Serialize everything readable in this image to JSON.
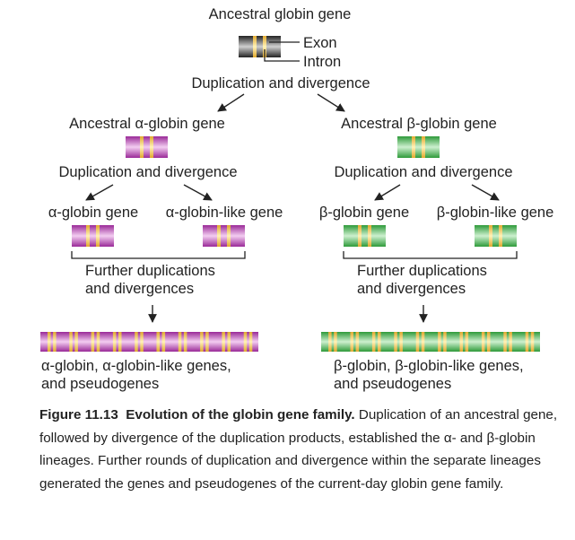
{
  "ancestral_gene": "Ancestral globin gene",
  "exon_label": "Exon",
  "intron_label": "Intron",
  "duplication_label": "Duplication and divergence",
  "alpha": {
    "ancestral": "Ancestral α-globin gene",
    "duplication_label": "Duplication and divergence",
    "gene1": "α-globin gene",
    "gene2": "α-globin-like gene",
    "further": [
      "Further duplications",
      "and divergences"
    ],
    "result": [
      "α-globin, α-globin-like genes,",
      "and pseudogenes"
    ]
  },
  "beta": {
    "ancestral": "Ancestral β-globin gene",
    "duplication_label": "Duplication and divergence",
    "gene1": "β-globin gene",
    "gene2": "β-globin-like gene",
    "further": [
      "Further duplications",
      "and divergences"
    ],
    "result": [
      "β-globin, β-globin-like genes,",
      "and pseudogenes"
    ]
  },
  "colors": {
    "gray_gene": "#4a4a4a",
    "alpha_gene": "#b33cae",
    "beta_gene": "#3fae4a",
    "intron": "#f2c94c"
  },
  "caption": {
    "figure": "Figure 11.13",
    "title": "Evolution of the globin gene family.",
    "text": "Duplication of an ancestral gene, followed by divergence of the duplication products, established the α- and β-globin lineages. Further rounds of duplication and divergence within the separate lineages generated the genes and pseudogenes of the current-day globin gene family."
  }
}
